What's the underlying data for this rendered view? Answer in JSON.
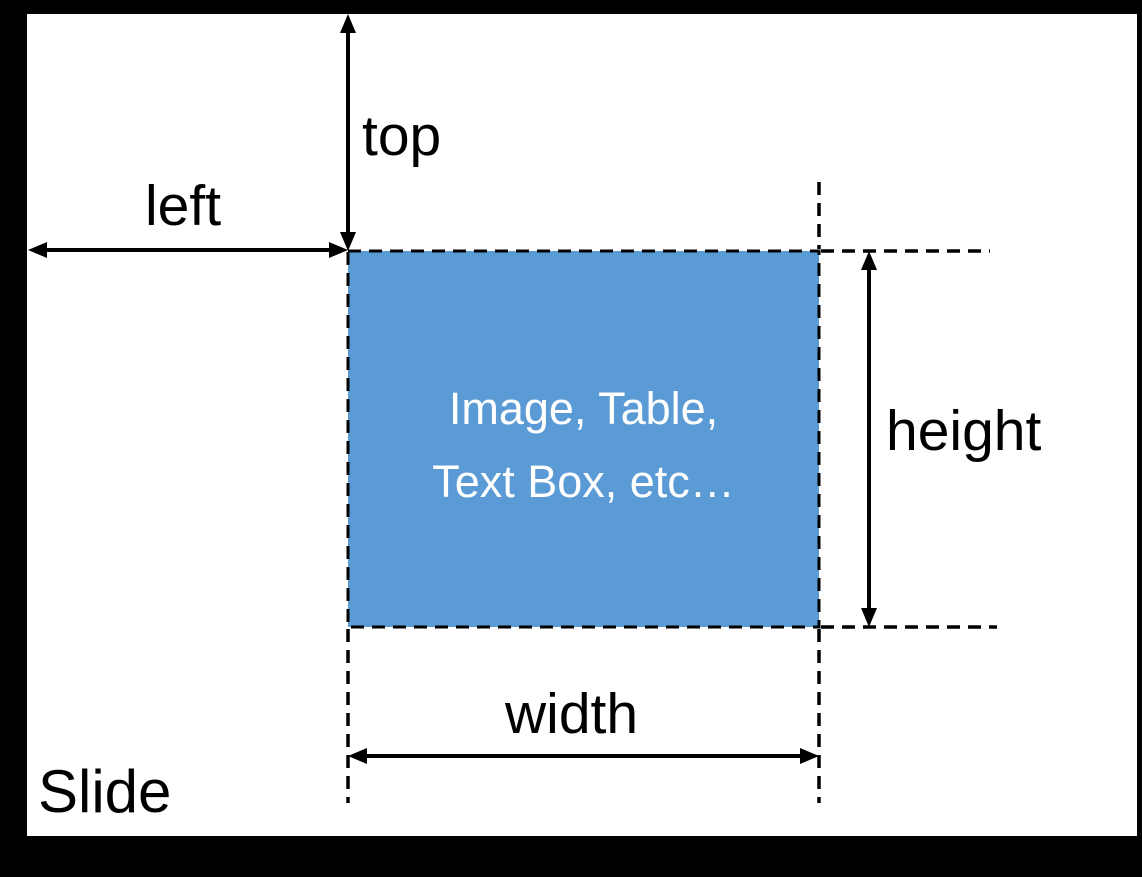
{
  "figure": {
    "slide_label": "Slide",
    "content_box": {
      "line1": "Image, Table,",
      "line2": "Text Box, etc…",
      "fill_color": "#5B9BD5",
      "text_color": "#FFFFFF",
      "border_style": "dashed"
    },
    "dimension_labels": {
      "top": "top",
      "left": "left",
      "height": "height",
      "width": "width"
    },
    "colors": {
      "line": "#000000",
      "slide_background": "#FFFFFF",
      "frame": "#000000"
    }
  }
}
